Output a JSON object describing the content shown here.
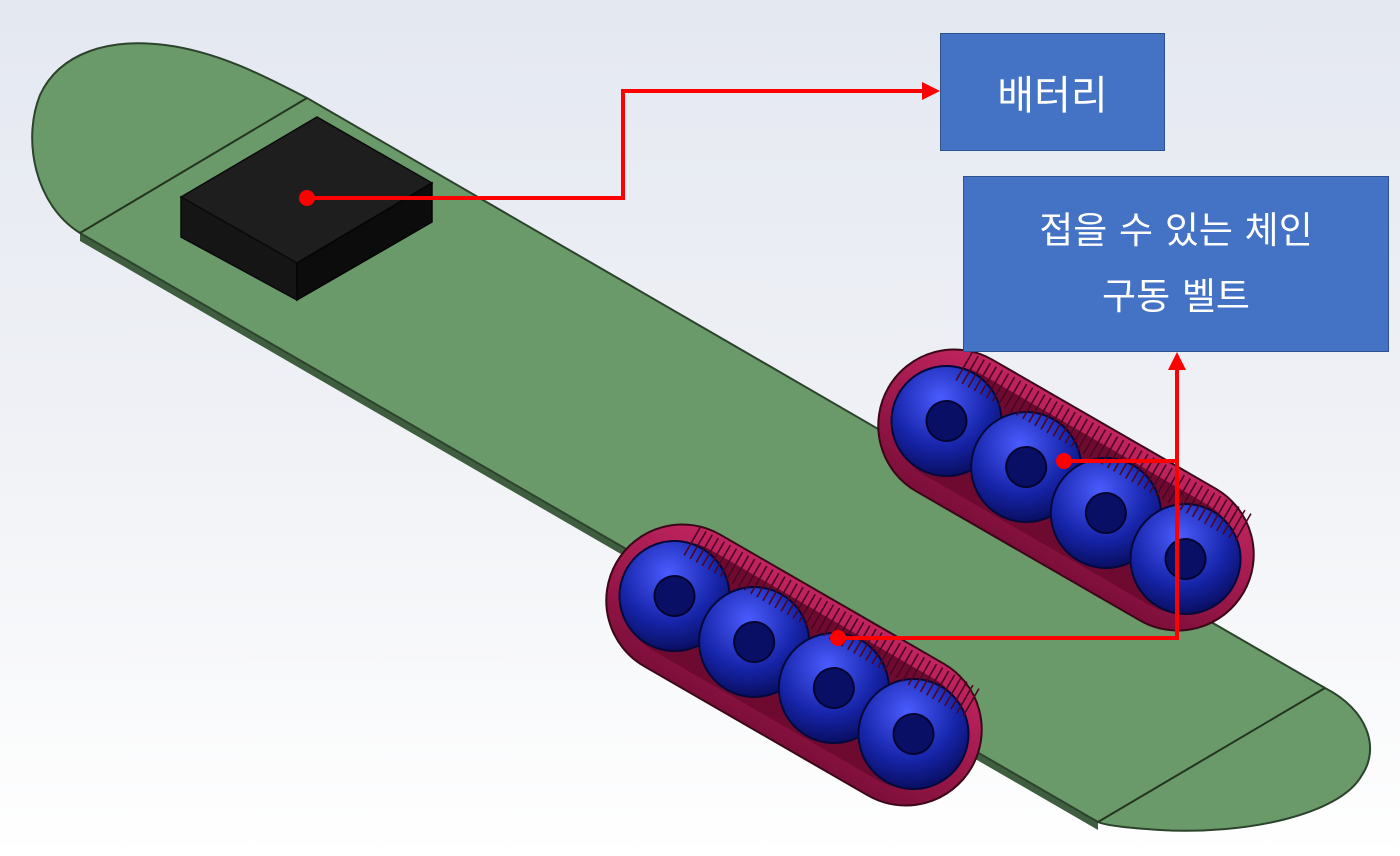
{
  "labels": {
    "battery": "배터리",
    "belt_line1": "접을 수 있는 체인",
    "belt_line2": "구동 벨트"
  },
  "colors": {
    "board": "#6b9a6a",
    "board_edge": "#2f4a2f",
    "battery": "#1c1c1c",
    "belt": "#b01856",
    "roller": "#16209a",
    "callout_line": "#ff0000",
    "label_box": "#4472c4"
  },
  "parts": [
    {
      "name": "battery",
      "label_key": "battery"
    },
    {
      "name": "front-chain-belt",
      "label_key": "belt_line1"
    },
    {
      "name": "rear-chain-belt",
      "label_key": "belt_line1"
    }
  ]
}
